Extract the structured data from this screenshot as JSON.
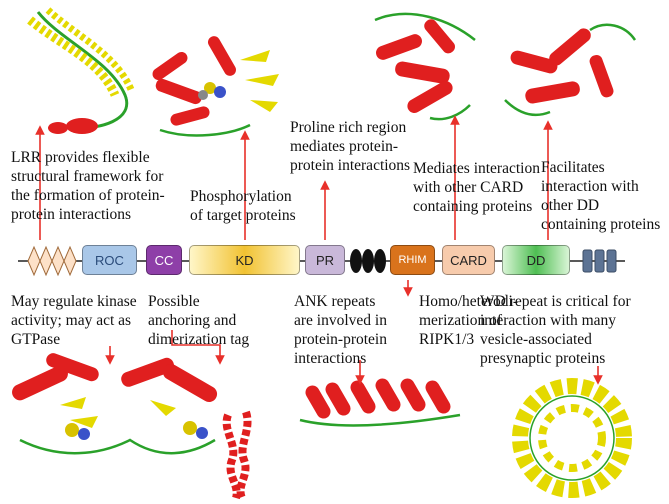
{
  "domains": {
    "roc": {
      "label": "ROC",
      "color": "#a9c7e8"
    },
    "cc": {
      "label": "CC",
      "color": "#8e3fa8"
    },
    "kd": {
      "label": "KD",
      "color": "#f1c232"
    },
    "pr": {
      "label": "PR",
      "color": "#c9b8d9"
    },
    "rhim": {
      "label": "RHIM",
      "color": "#d9731c"
    },
    "card": {
      "label": "CARD",
      "color": "#f7cbac"
    },
    "dd": {
      "label": "DD",
      "color": "#4fbe53"
    }
  },
  "descriptions": {
    "lrr": "LRR provides flexible\nstructural framework for\nthe formation of protein-\nprotein interactions",
    "kd": "Phosphorylation\nof target proteins",
    "pr": "Proline rich region\nmediates protein-\nprotein interactions",
    "card": "Mediates interaction\nwith other CARD\ncontaining proteins",
    "dd": "Facilitates\ninteraction with\nother DD\ncontaining proteins",
    "roc": "May regulate kinase\nactivity; may act as\nGTPase",
    "cc": "Possible\nanchoring and\ndimerization tag",
    "ank": "ANK repeats\nare involved in\nprotein-protein\ninteractions",
    "rhim": "Homo/heterodi-\nmerization of\nRIPK1/3",
    "wd": "WD repeat is critical for\ninteraction with many\nvesicle-associated\npresynaptic proteins"
  },
  "colors": {
    "arrow": "#e8302a",
    "helix": "#e01f1f",
    "sheet": "#e4d900",
    "loop": "#2aa12a",
    "line": "#222222"
  }
}
